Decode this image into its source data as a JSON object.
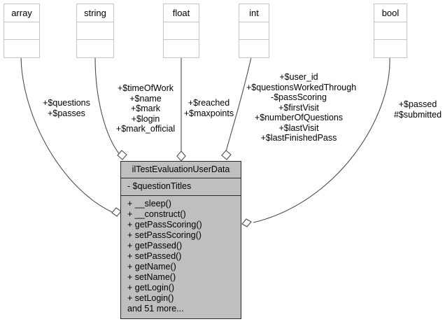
{
  "diagram": {
    "kind": "uml-class-diagram",
    "colors": {
      "class_fill": "#bfbfbf",
      "class_stroke": "#2b2b2b",
      "type_fill": "#ffffff",
      "type_stroke": "#c4c4c4",
      "edge_stroke": "#4d4d4d",
      "background": "#ffffff",
      "text": "#000000"
    }
  },
  "type_nodes": [
    {
      "id": "array",
      "label": "array"
    },
    {
      "id": "string",
      "label": "string"
    },
    {
      "id": "float",
      "label": "float"
    },
    {
      "id": "int",
      "label": "int"
    },
    {
      "id": "bool",
      "label": "bool"
    }
  ],
  "main_class": {
    "name": "ilTestEvaluationUserData",
    "attributes": [
      "- $questionTitles"
    ],
    "operations": [
      "+ __sleep()",
      "+ __construct()",
      "+ getPassScoring()",
      "+ setPassScoring()",
      "+ getPassed()",
      "+ setPassed()",
      "+ getName()",
      "+ setName()",
      "+ getLogin()",
      "+ setLogin()"
    ],
    "more_label": "and 51 more..."
  },
  "edges": [
    {
      "id": "array-edge",
      "from": "array",
      "to": "ilTestEvaluationUserData",
      "type": "aggregation",
      "labels": [
        "+$questions",
        "+$passes"
      ]
    },
    {
      "id": "string-edge",
      "from": "string",
      "to": "ilTestEvaluationUserData",
      "type": "aggregation",
      "labels": [
        "+$timeOfWork",
        "+$name",
        "+$mark",
        "+$login",
        "+$mark_official"
      ]
    },
    {
      "id": "float-edge",
      "from": "float",
      "to": "ilTestEvaluationUserData",
      "type": "aggregation",
      "labels": [
        "+$reached",
        "+$maxpoints"
      ]
    },
    {
      "id": "int-edge",
      "from": "int",
      "to": "ilTestEvaluationUserData",
      "type": "aggregation",
      "labels": [
        "+$user_id",
        "+$questionsWorkedThrough",
        "-$passScoring",
        "+$firstVisit",
        "+$numberOfQuestions",
        "+$lastVisit",
        "+$lastFinishedPass"
      ]
    },
    {
      "id": "bool-edge",
      "from": "bool",
      "to": "ilTestEvaluationUserData",
      "type": "aggregation",
      "labels": [
        "+$passed",
        "#$submitted"
      ]
    }
  ]
}
